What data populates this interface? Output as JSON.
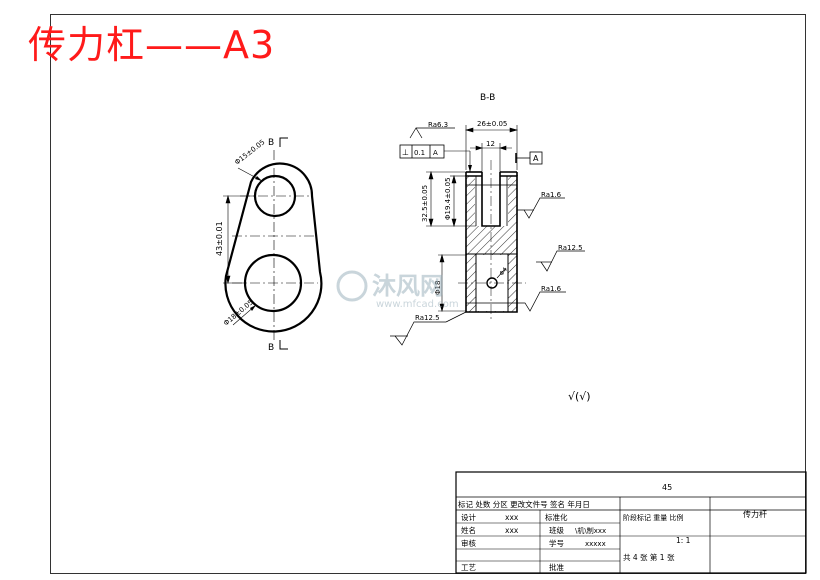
{
  "page_title": "传力杠——A3",
  "watermark": {
    "brand": "沐风网",
    "url": "www.mfcad.com"
  },
  "left_view": {
    "section_mark_top": "B",
    "section_mark_bottom": "B",
    "dim_small_hole": "Φ15±0.05",
    "dim_center_distance": "43±0.01",
    "dim_large_hole": "Φ18±0.05"
  },
  "section_view": {
    "title": "B-B",
    "flatness_label": "Ra6.3",
    "tolerance_symbol": "⊥",
    "tolerance_value": "0.1",
    "tolerance_datum": "A",
    "datum_label": "A",
    "dim_top_width": "26±0.05",
    "dim_slot_width": "12",
    "dim_slot_height": "32.5±0.05",
    "dim_slot_inner": "Φ19.4±0.05",
    "dim_bore": "Φ18",
    "dim_pin_hole": "Φ4",
    "ra_right_1": "Ra1.6",
    "ra_right_2": "Ra12.5",
    "ra_right_3": "Ra1.6",
    "ra_bottom_left": "Ra12.5"
  },
  "general_roughness": "√(√)",
  "title_block": {
    "material": "45",
    "part_name": "传力杆",
    "header_row": "标记 处数 分区 更改文件号 签名 年月日",
    "design_label": "设计",
    "design_value": "xxx",
    "standard_label": "标准化",
    "stage_label": "阶段标记 重量 比例",
    "name_label": "姓名",
    "name_value": "xxx",
    "class_label": "班级",
    "class_value": "\\机\\制xxx",
    "scale_value": "1: 1",
    "review_label": "审核",
    "student_label": "学号",
    "student_value": "xxxxx",
    "process_label": "工艺",
    "approve_label": "批准",
    "sheet_info": "共 4 张 第 1 张"
  }
}
